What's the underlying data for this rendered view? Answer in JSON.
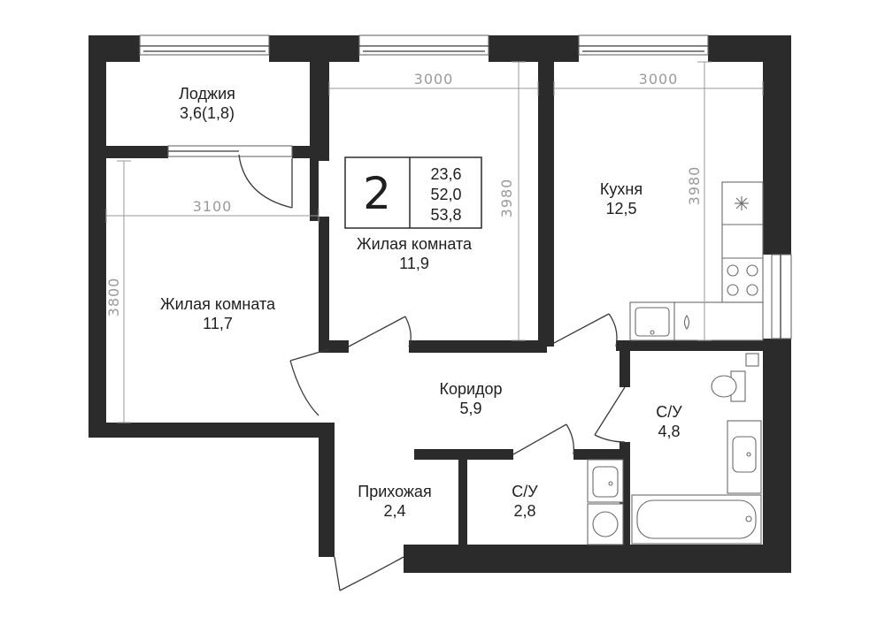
{
  "rooms": {
    "loggia": {
      "name": "Лоджия",
      "area": "3,6(1,8)"
    },
    "living_left": {
      "name": "Жилая комната",
      "area": "11,7"
    },
    "living_center": {
      "name": "Жилая комната",
      "area": "11,9"
    },
    "kitchen": {
      "name": "Кухня",
      "area": "12,5"
    },
    "corridor": {
      "name": "Коридор",
      "area": "5,9"
    },
    "hall": {
      "name": "Прихожая",
      "area": "2,4"
    },
    "bath_small": {
      "name": "С/У",
      "area": "2,8"
    },
    "bath_large": {
      "name": "С/У",
      "area": "4,8"
    }
  },
  "dimensions": {
    "living_center_width": "3000",
    "kitchen_width": "3000",
    "living_left_width": "3100",
    "living_left_height": "3800",
    "living_center_height": "3980",
    "kitchen_height": "3980"
  },
  "summary": {
    "rooms_count": "2",
    "living_area": "23,6",
    "total_area": "52,0",
    "total_with_loggia": "53,8"
  },
  "colors": {
    "wall": "#2b2b2b",
    "dimension": "#9a9a9a",
    "text": "#1f1f1f"
  }
}
